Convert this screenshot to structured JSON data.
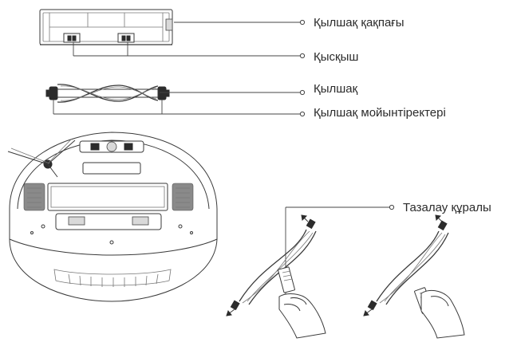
{
  "callouts": {
    "brush_cover": "Қылшақ қақпағы",
    "clip": "Қысқыш",
    "brush": "Қылшақ",
    "brush_bearings": "Қылшақ мойынтіректері",
    "cleaning_tool": "Тазалау құралы"
  },
  "icons": {
    "brush_cover": "brush-cover-icon",
    "main_brush": "main-brush-icon",
    "robot_underside": "robot-vacuum-underside-icon",
    "cleaning_hand_left": "hand-with-cleaning-tool-icon",
    "cleaning_hand_right": "hand-with-cleaning-tool-icon"
  },
  "colors": {
    "line": "#3a3a3a",
    "text": "#2b2b2b",
    "background": "#ffffff"
  }
}
